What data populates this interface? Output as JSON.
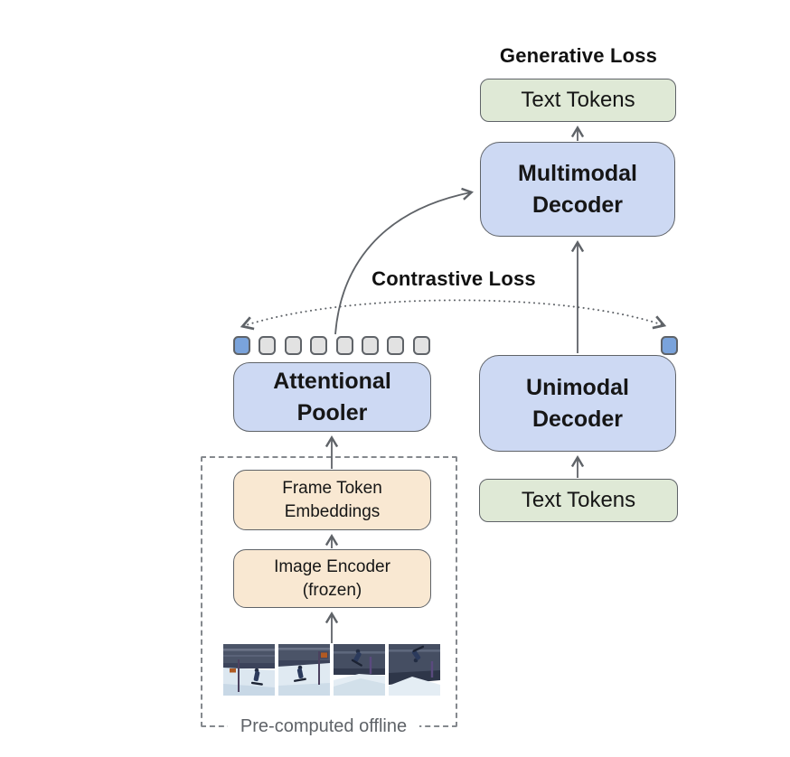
{
  "diagram_title": "video-text contrastive-captioner architecture",
  "labels": {
    "generative_loss": "Generative Loss",
    "contrastive_loss": "Contrastive Loss",
    "precomputed_offline": "Pre-computed offline"
  },
  "nodes": {
    "text_tokens_top": {
      "label": "Text Tokens",
      "type": "data"
    },
    "multimodal_decoder": {
      "label": "Multimodal Decoder",
      "type": "model"
    },
    "attentional_pooler": {
      "label": "Attentional Pooler",
      "type": "model"
    },
    "unimodal_decoder": {
      "label": "Unimodal Decoder",
      "type": "model"
    },
    "frame_token_embeddings": {
      "label": "Frame Token Embeddings",
      "type": "precomputed"
    },
    "image_encoder": {
      "label": "Image Encoder (frozen)",
      "type": "precomputed"
    },
    "text_tokens_bottom": {
      "label": "Text Tokens",
      "type": "data"
    }
  },
  "tokens": {
    "count": 8,
    "highlighted_index": 0
  },
  "video_frames": {
    "count": 4,
    "description": "snowboarder video frames"
  },
  "edges": [
    {
      "from": "multimodal_decoder",
      "to": "text_tokens_top",
      "style": "solid-arrow"
    },
    {
      "from": "unimodal_decoder",
      "to": "multimodal_decoder",
      "style": "solid-arrow"
    },
    {
      "from": "text_tokens_bottom",
      "to": "unimodal_decoder",
      "style": "solid-arrow"
    },
    {
      "from": "frame_token_embeddings",
      "to": "attentional_pooler",
      "style": "solid-arrow"
    },
    {
      "from": "image_encoder",
      "to": "frame_token_embeddings",
      "style": "solid-arrow"
    },
    {
      "from": "video_frames",
      "to": "image_encoder",
      "style": "solid-arrow"
    },
    {
      "from": "pooled_video_tokens",
      "to": "multimodal_decoder",
      "style": "curved-solid-arrow"
    },
    {
      "from": "pooled-video-token-highlighted",
      "to": "contrastive-text-token",
      "style": "dotted-double-arrow"
    }
  ],
  "colors": {
    "model_box_fill": "#cdd9f3",
    "data_box_fill": "#dfe9d6",
    "precomputed_box_fill": "#f9e8d2",
    "token_fill": "#e2e2e2",
    "token_highlight_fill": "#7aa3db",
    "line": "#5f6368",
    "border": "#5f6368",
    "muted_text": "#5f6368"
  }
}
